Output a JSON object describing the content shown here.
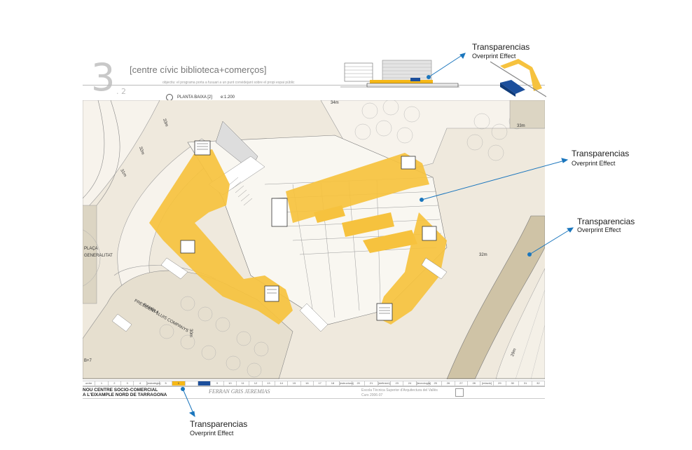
{
  "sheet": {
    "number": "3",
    "sub_number": ". 2",
    "title": "[centre cívic biblioteca+comerços]",
    "subtitle_small": "objectiu: el programa porta a fusuari a un punt convidejant sobre el propi espai públic",
    "plan_name": "PLANTA BAIXA [2]",
    "plan_scale": "e:1.200"
  },
  "callouts": [
    {
      "title": "Transparencias",
      "subtitle": "Overprint Effect"
    },
    {
      "title": "Transparencias",
      "subtitle": "Overprint Effect"
    },
    {
      "title": "Transparencias",
      "subtitle": "Overprint Effect"
    },
    {
      "title": "Transparencias",
      "subtitle": "Overprint Effect"
    }
  ],
  "plan_labels": {
    "dim_34m": "34m",
    "dim_33m_left": "33m",
    "dim_32m_left": "32m",
    "dim_31m": "31m",
    "dim_33m_right": "33m",
    "dim_32m_right": "32m",
    "dim_30m": "30m",
    "dim_29m": "29m",
    "placa": "PLAÇA",
    "generalitat": "GENERALITAT",
    "rambla_1": "RAMBLA",
    "rambla_2": "PRESIDENT LLUIS COMPANYS",
    "b7": "B+7"
  },
  "bottom_bar": {
    "project_line1": "NOU CENTRE SOCIO-COMERCIAL",
    "project_line2": "A L'EIXAMPLE NORD DE TARRAGONA",
    "author": "FERRAN GRIS JEREMIAS",
    "school_line1": "Escola Tècnica Superior d'Arquitectura del Vallès",
    "school_line2": "Curs 2006-07",
    "scale_cells": [
      "ordre",
      "1",
      "2",
      "3",
      "4",
      "[estratègia]",
      "5",
      "6",
      "",
      "",
      "9",
      "10",
      "11",
      "12",
      "13",
      "14",
      "15",
      "16",
      "17",
      "18",
      "[estructura]",
      "20",
      "21",
      "[definició]",
      "23",
      "24",
      "[tecnologia]",
      "25",
      "26",
      "27",
      "28",
      "[relació]",
      "29",
      "30",
      "31",
      "32"
    ],
    "highlight_colors": {
      "yellow": "#f6b817",
      "blue": "#1c4f9c"
    }
  },
  "colors": {
    "accent_yellow": "#f6c23e",
    "callout_blue": "#1b76bd",
    "ground": "#efe9dd",
    "band": "#cfc3a6"
  }
}
